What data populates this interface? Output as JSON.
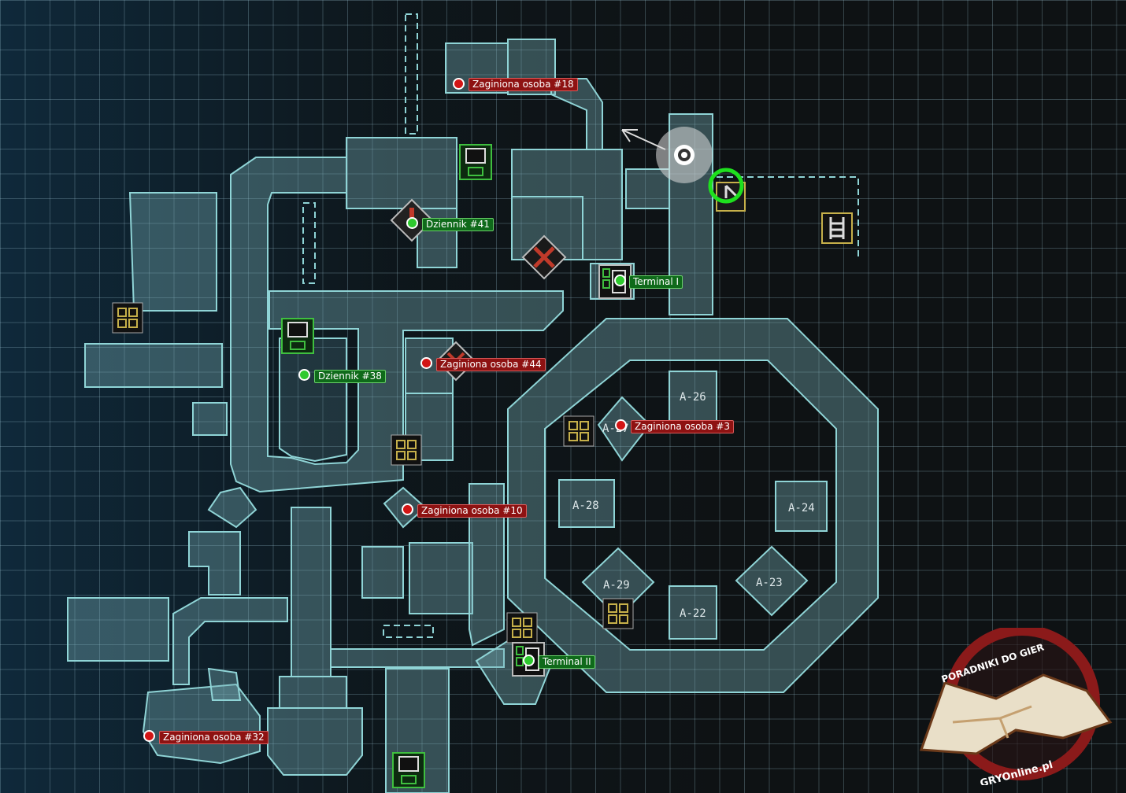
{
  "markers": [
    {
      "id": "zaginiona-18",
      "text": "Zaginiona osoba #18",
      "kind": "red"
    },
    {
      "id": "dziennik-41",
      "text": "Dziennik #41",
      "kind": "green"
    },
    {
      "id": "terminal-1",
      "text": "Terminal I",
      "kind": "green"
    },
    {
      "id": "dziennik-38",
      "text": "Dziennik #38",
      "kind": "green"
    },
    {
      "id": "zaginiona-44",
      "text": "Zaginiona osoba #44",
      "kind": "red"
    },
    {
      "id": "zaginiona-3",
      "text": "Zaginiona osoba #3",
      "kind": "red"
    },
    {
      "id": "zaginiona-10",
      "text": "Zaginiona osoba #10",
      "kind": "red"
    },
    {
      "id": "terminal-2",
      "text": "Terminal II",
      "kind": "green"
    },
    {
      "id": "zaginiona-32",
      "text": "Zaginiona osoba #32",
      "kind": "red"
    }
  ],
  "rooms": [
    "A-26",
    "A-27",
    "A-28",
    "A-24",
    "A-29",
    "A-23",
    "A-22"
  ],
  "watermark": {
    "top": "PORADNIKI DO GIER",
    "bottom": "GRYOnline.pl"
  },
  "colors": {
    "missing_person": "#d21515",
    "collectible": "#2ec92e",
    "map_line": "#8fd4d6",
    "watermark": "#8b1a1a"
  },
  "icons": [
    "save-station-icon",
    "locker-icon",
    "door-lock-icon",
    "ladder-icon",
    "player-position-icon",
    "objective-ring-icon",
    "terminal-icon"
  ]
}
